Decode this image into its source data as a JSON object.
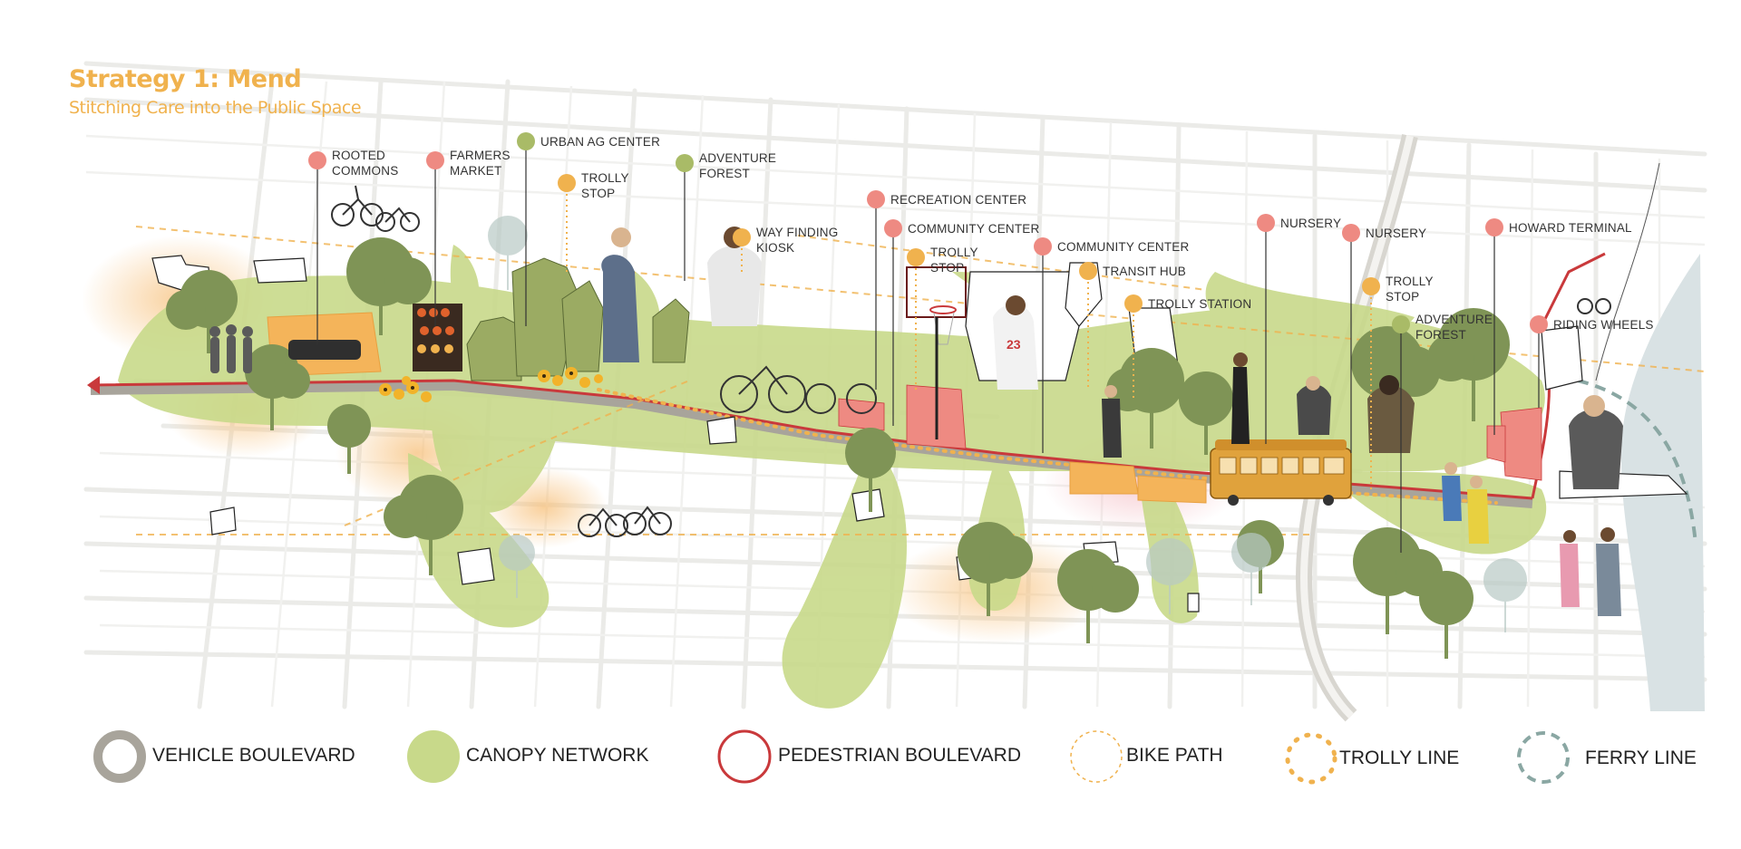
{
  "header": {
    "title": "Strategy 1: Mend",
    "subtitle": "Stitching Care into the Public Space"
  },
  "colors": {
    "title": "#f0b24e",
    "canopy": "#c8d98a",
    "tree": "#7f9456",
    "pedestrian": "#c9393b",
    "trolly": "#f0b24e",
    "vehicle": "#a8a49b",
    "ferry": "#8aa7a3",
    "community_pin": "#ee8a82",
    "green_pin": "#a9bb67",
    "water": "#d9e2e4"
  },
  "map": {
    "pins": [
      {
        "label": "ROOTED COMMONS",
        "type": "community"
      },
      {
        "label": "FARMERS MARKET",
        "type": "community"
      },
      {
        "label": "URBAN AG CENTER",
        "type": "green"
      },
      {
        "label": "TROLLY STOP",
        "type": "trolly"
      },
      {
        "label": "ADVENTURE FOREST",
        "type": "green"
      },
      {
        "label": "WAY FINDING KIOSK",
        "type": "trolly"
      },
      {
        "label": "RECREATION CENTER",
        "type": "community"
      },
      {
        "label": "COMMUNITY CENTER",
        "type": "community"
      },
      {
        "label": "TROLLY STOP",
        "type": "trolly"
      },
      {
        "label": "COMMUNITY CENTER",
        "type": "community"
      },
      {
        "label": "TRANSIT HUB",
        "type": "trolly"
      },
      {
        "label": "TROLLY STATION",
        "type": "trolly"
      },
      {
        "label": "NURSERY",
        "type": "community"
      },
      {
        "label": "NURSERY",
        "type": "community"
      },
      {
        "label": "TROLLY STOP",
        "type": "trolly"
      },
      {
        "label": "HOWARD TERMINAL",
        "type": "community"
      },
      {
        "label": "ADVENTURE FOREST",
        "type": "green"
      },
      {
        "label": "RIDING WHEELS",
        "type": "community"
      }
    ]
  },
  "legend": [
    {
      "label": "VEHICLE BOULEVARD",
      "icon": "vehicle-ring"
    },
    {
      "label": "CANOPY NETWORK",
      "icon": "canopy-disc"
    },
    {
      "label": "PEDESTRIAN BOULEVARD",
      "icon": "pedestrian-ring"
    },
    {
      "label": "BIKE PATH",
      "icon": "bike-dashed-ring"
    },
    {
      "label": "TROLLY LINE",
      "icon": "trolly-dotted-ring"
    },
    {
      "label": "FERRY LINE",
      "icon": "ferry-dashed-ring"
    }
  ]
}
